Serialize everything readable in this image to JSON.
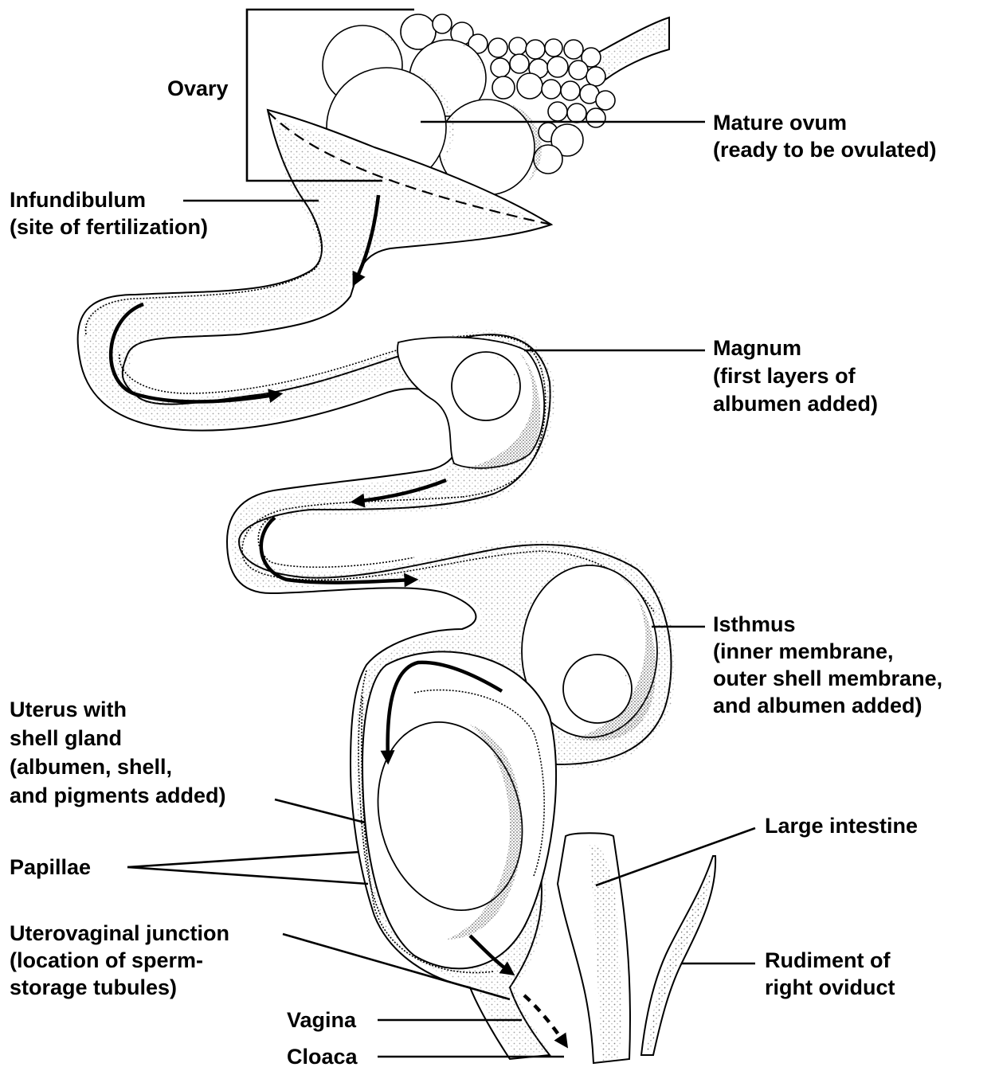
{
  "labels": {
    "ovary": "Ovary",
    "mature_ovum": [
      "Mature ovum",
      "(ready to be ovulated)"
    ],
    "infundibulum": [
      "Infundibulum",
      "(site of fertilization)"
    ],
    "magnum": [
      "Magnum",
      "(first layers of",
      "albumen added)"
    ],
    "isthmus": [
      "Isthmus",
      "(inner membrane,",
      "outer shell membrane,",
      "and albumen added)"
    ],
    "uterus": [
      "Uterus with",
      "shell gland",
      "(albumen, shell,",
      "and pigments added)"
    ],
    "papillae": "Papillae",
    "large_intestine": "Large intestine",
    "uterovaginal": [
      "Uterovaginal junction",
      "(location of sperm-",
      "storage tubules)"
    ],
    "rudiment": [
      "Rudiment of",
      "right oviduct"
    ],
    "vagina": "Vagina",
    "cloaca": "Cloaca"
  },
  "colors": {
    "line": "#000000",
    "background": "#ffffff",
    "stipple": "#555555"
  }
}
